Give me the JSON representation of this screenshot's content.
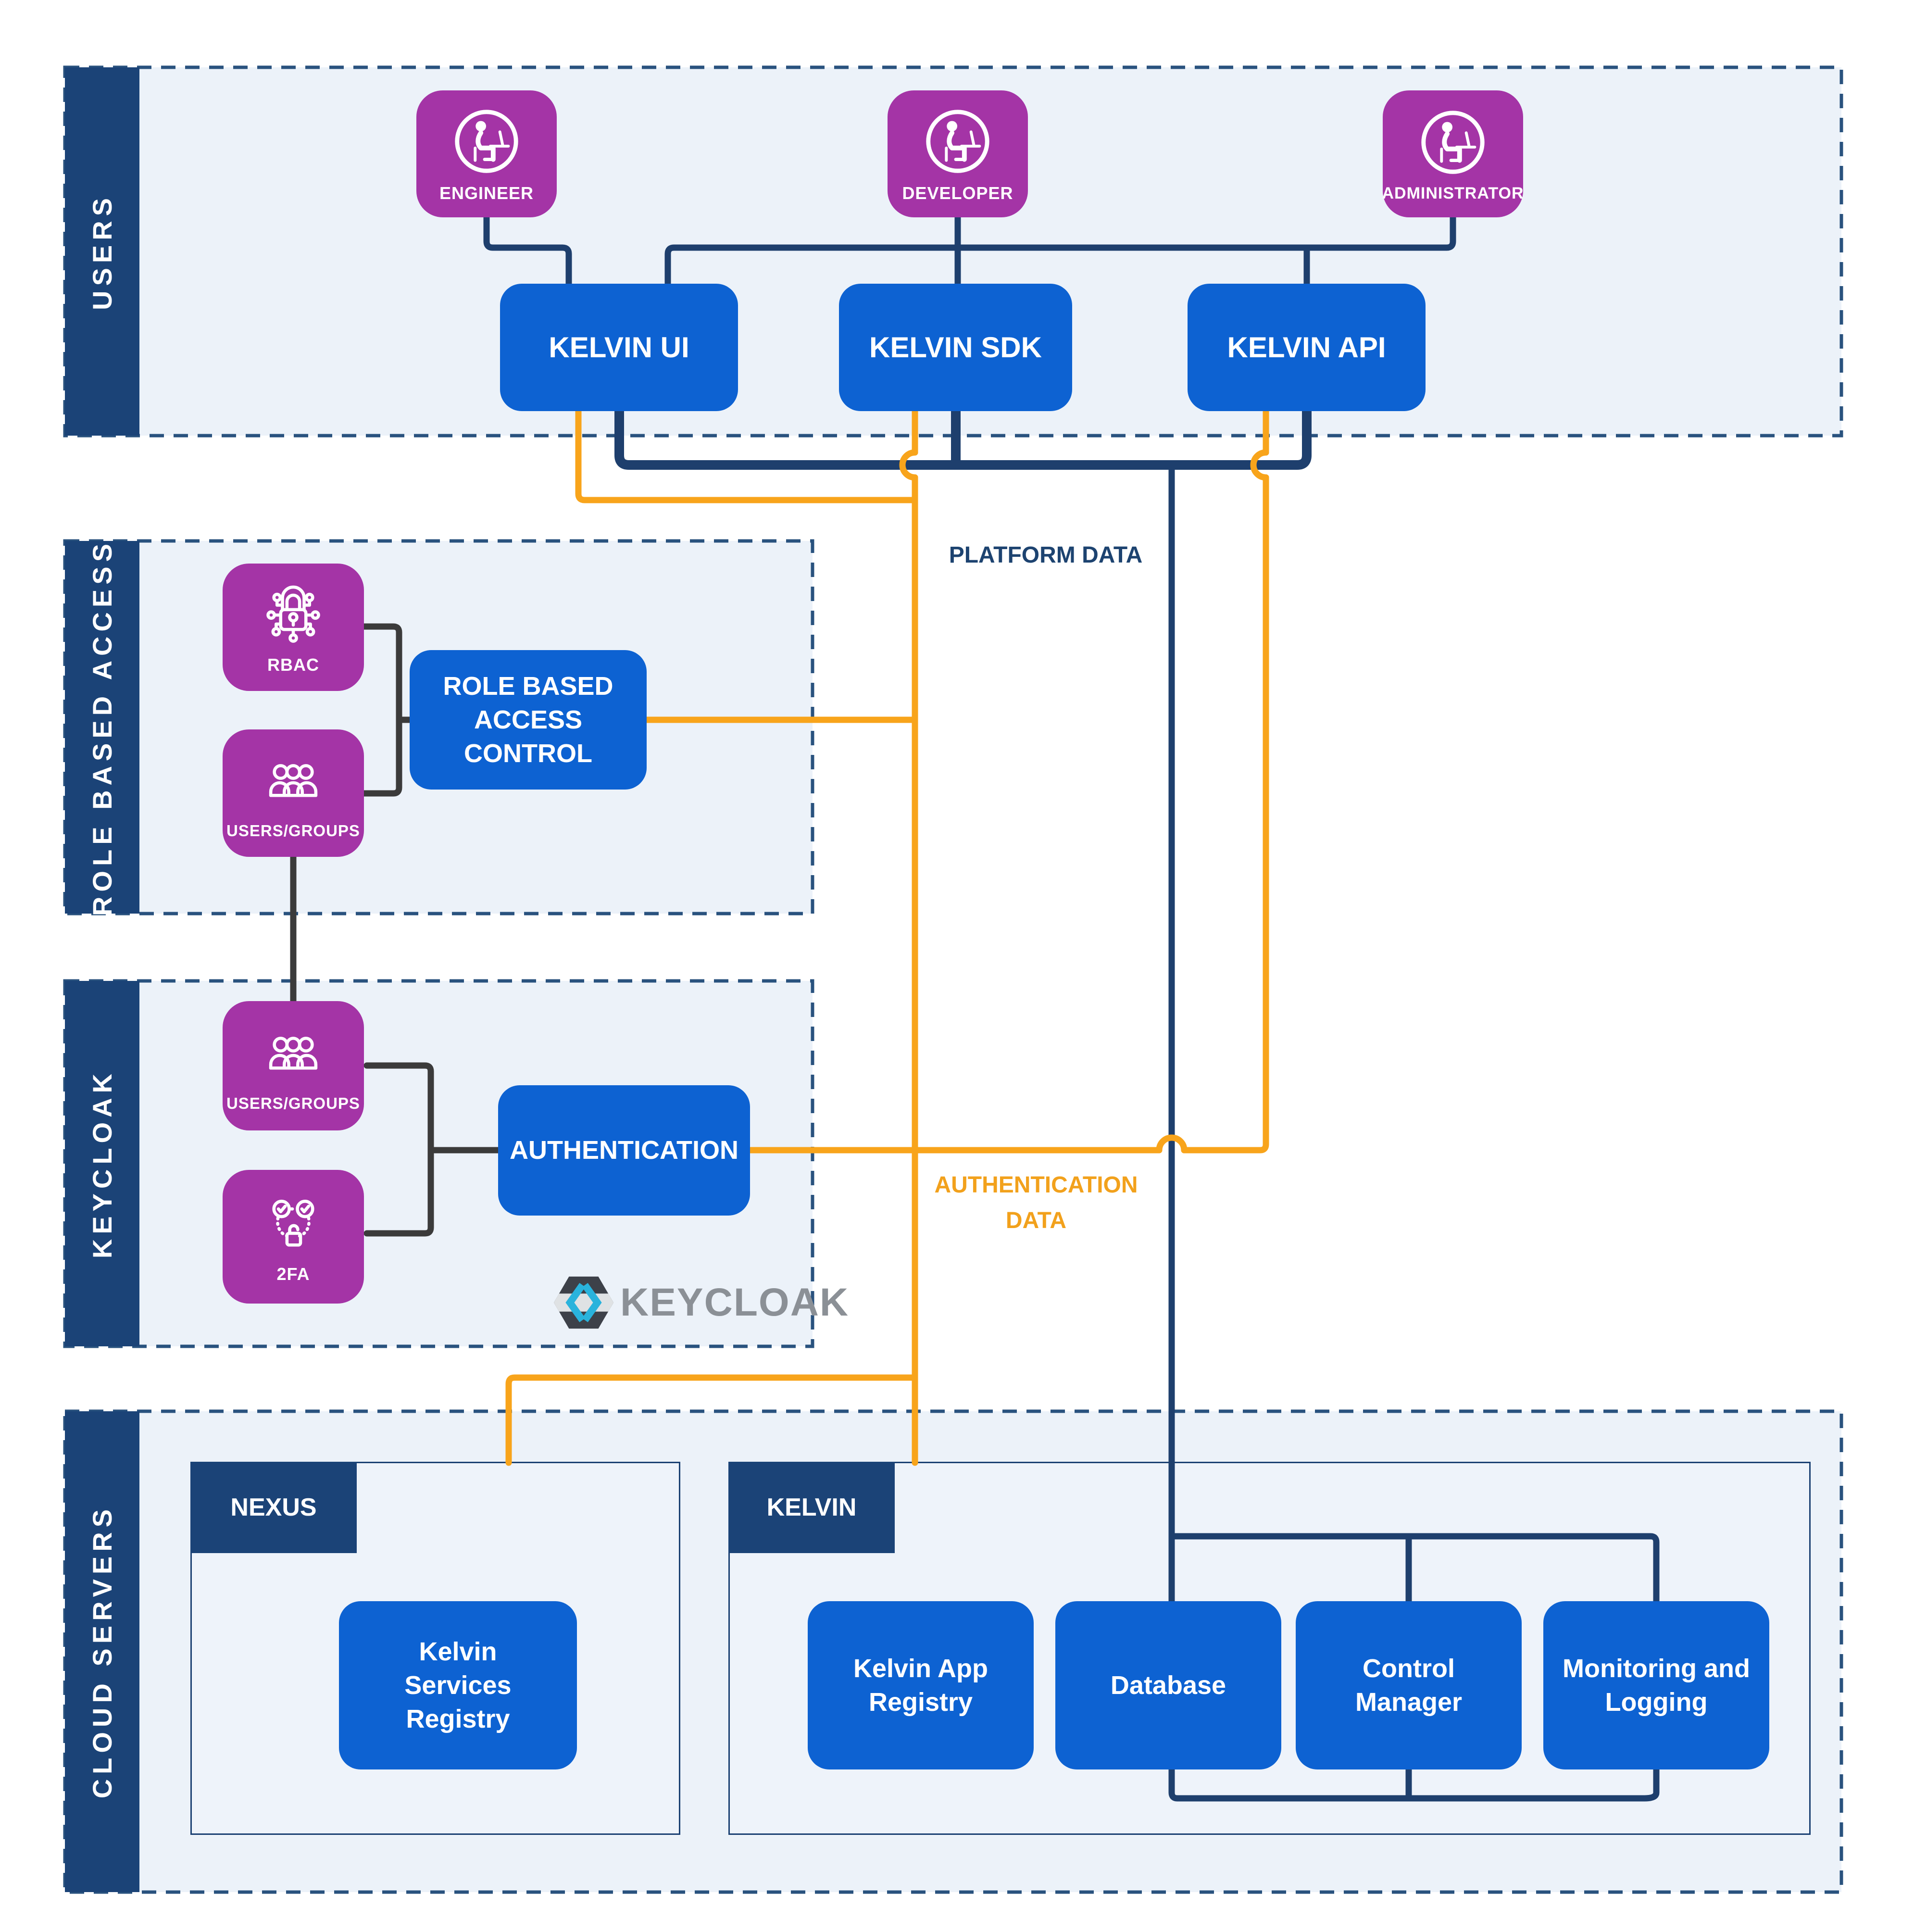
{
  "title": "Kelvin platform architecture diagram",
  "colors": {
    "section_fill": "#ecf2f9",
    "sidebar_navy": "#1b4377",
    "dashed_border": "#29527e",
    "node_blue": "#0d62d2",
    "icon_purple": "#a434a6",
    "line_navy": "#1e3f6d",
    "line_orange": "#f8a41b",
    "line_black": "#3b3b3b",
    "keycloak_gray": "#8b9096",
    "keycloak_cyan": "#29b3dc"
  },
  "sections": {
    "users": {
      "label": "USERS"
    },
    "rbac": {
      "label": "ROLE BASED ACCESS"
    },
    "keycloak": {
      "label": "KEYCLOAK"
    },
    "cloud": {
      "label": "CLOUD SERVERS"
    }
  },
  "users": {
    "actors": [
      {
        "label": "ENGINEER"
      },
      {
        "label": "DEVELOPER"
      },
      {
        "label": "ADMINISTRATOR"
      }
    ],
    "apps": [
      {
        "label": "KELVIN UI"
      },
      {
        "label": "KELVIN SDK"
      },
      {
        "label": "KELVIN API"
      }
    ]
  },
  "rbac": {
    "icons": [
      {
        "label": "RBAC"
      },
      {
        "label": "USERS/GROUPS"
      }
    ],
    "box_label": "ROLE BASED ACCESS CONTROL"
  },
  "keycloak": {
    "icons": [
      {
        "label": "USERS/GROUPS"
      },
      {
        "label": "2FA"
      }
    ],
    "box_label": "AUTHENTICATION",
    "logo_text": "KEYCLOAK"
  },
  "flows": {
    "platform_label": "PLATFORM DATA",
    "auth_label": "AUTHENTICATION DATA"
  },
  "cloud": {
    "nexus": {
      "tab": "NEXUS",
      "boxes": [
        {
          "label": "Kelvin Services Registry"
        }
      ]
    },
    "kelvin": {
      "tab": "KELVIN",
      "boxes": [
        {
          "label": "Kelvin App Registry"
        },
        {
          "label": "Database"
        },
        {
          "label": "Control Manager"
        },
        {
          "label": "Monitoring and Logging"
        }
      ]
    }
  }
}
